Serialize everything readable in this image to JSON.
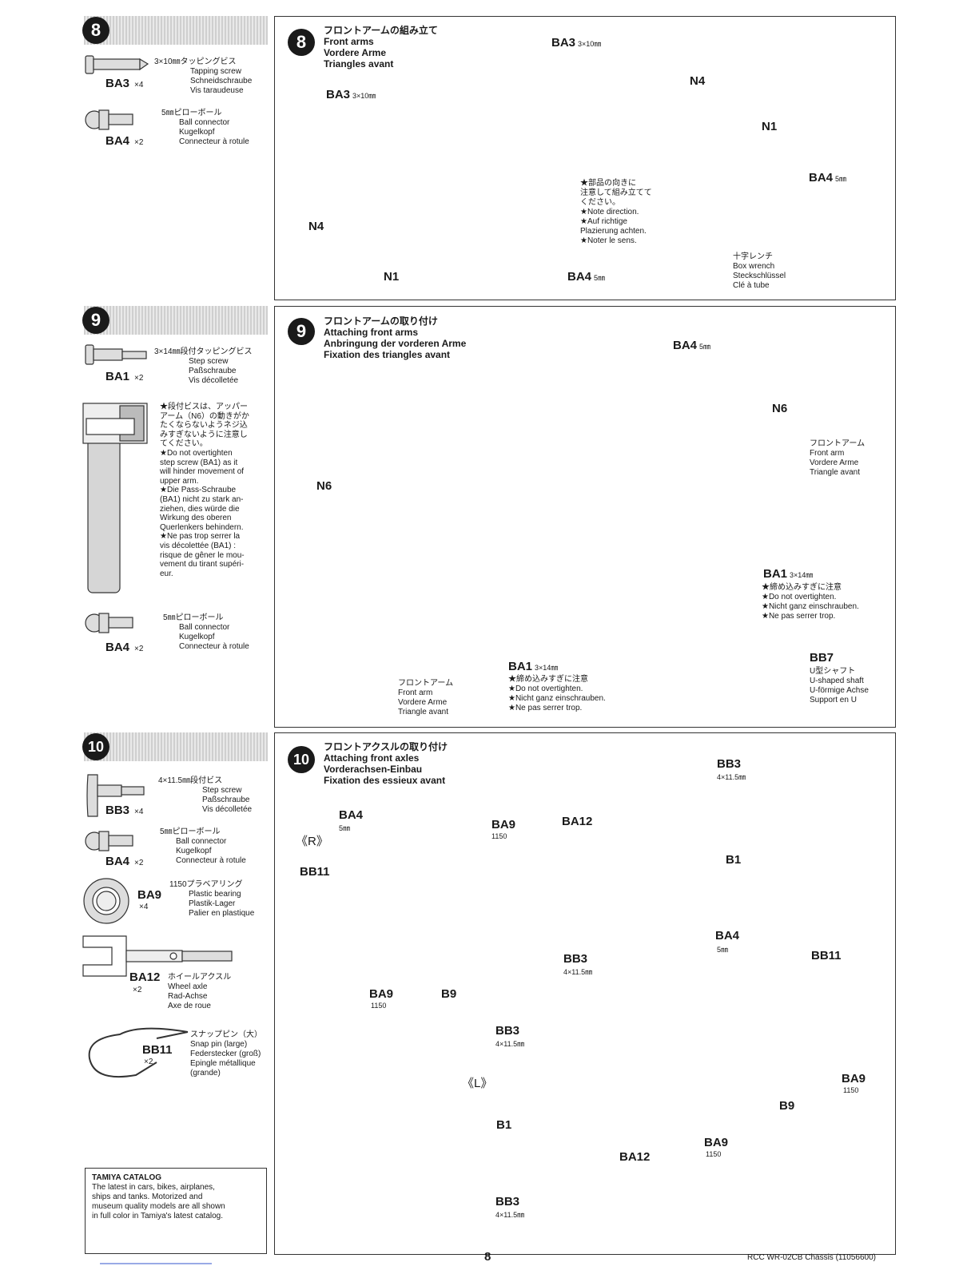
{
  "step8": {
    "number": "8",
    "title_jp": "フロントアームの組み立て",
    "title_en": "Front arms",
    "title_de": "Vordere Arme",
    "title_fr": "Triangles avant",
    "parts": [
      {
        "code": "BA3",
        "qty": "×4",
        "desc_jp": "3×10㎜タッピングビス",
        "desc_en": "Tapping screw",
        "desc_de": "Schneidschraube",
        "desc_fr": "Vis taraudeuse"
      },
      {
        "code": "BA4",
        "qty": "×2",
        "desc_jp": "5㎜ピローボール",
        "desc_en": "Ball connector",
        "desc_de": "Kugelkopf",
        "desc_fr": "Connecteur à rotule"
      }
    ],
    "labels": {
      "ba3_a": "BA3",
      "ba3_a_size": "3×10㎜",
      "ba3_b": "BA3",
      "ba3_b_size": "3×10㎜",
      "n4_a": "N4",
      "n4_b": "N4",
      "n1_a": "N1",
      "n1_b": "N1",
      "ba4_a": "BA4",
      "ba4_a_size": "5㎜",
      "ba4_b": "BA4",
      "ba4_b_size": "5㎜"
    },
    "note": [
      "★部品の向きに",
      "注意して組み立てて",
      "ください。",
      "★Note direction.",
      "★Auf richtige",
      "Plazierung achten.",
      "★Noter le sens."
    ],
    "tool": [
      "十字レンチ",
      "Box wrench",
      "Steckschlüssel",
      "Clé à tube"
    ]
  },
  "step9": {
    "number": "9",
    "title_jp": "フロントアームの取り付け",
    "title_en": "Attaching front arms",
    "title_de": "Anbringung der vorderen Arme",
    "title_fr": "Fixation des triangles avant",
    "parts": [
      {
        "code": "BA1",
        "qty": "×2",
        "desc_jp": "3×14㎜段付タッピングビス",
        "desc_en": "Step screw",
        "desc_de": "Paßschraube",
        "desc_fr": "Vis décolletée"
      },
      {
        "code": "BA4",
        "qty": "×2",
        "desc_jp": "5㎜ピローボール",
        "desc_en": "Ball connector",
        "desc_de": "Kugelkopf",
        "desc_fr": "Connecteur à rotule"
      }
    ],
    "side_note": [
      "★段付ビスは、アッパー",
      "アーム（N6）の動きがか",
      "たくならないようネジ込",
      "みすぎないように注意し",
      "てください。",
      "★Do  not  overtighten",
      "step  screw  (BA1)  as  it",
      "will hinder movement of",
      "upper arm.",
      "★Die   Pass-Schraube",
      "(BA1) nicht zu stark an-",
      "ziehen,  dies  würde  die",
      "Wirkung   des   oberen",
      "Querlenkers behindern.",
      "★Ne pas trop serrer la",
      "vis  décolettée  (BA1)  :",
      "risque de gêner le mou-",
      "vement du tirant supéri-",
      "eur."
    ],
    "labels": {
      "ba4": "BA4",
      "ba4_size": "5㎜",
      "n6_a": "N6",
      "n6_b": "N6",
      "ba1_a": "BA1",
      "ba1_a_size": "3×14㎜",
      "ba1_b": "BA1",
      "ba1_b_size": "3×14㎜",
      "bb7": "BB7"
    },
    "front_arm_a": [
      "フロントアーム",
      "Front arm",
      "Vordere Arme",
      "Triangle avant"
    ],
    "front_arm_b": [
      "フロントアーム",
      "Front arm",
      "Vordere Arme",
      "Triangle avant"
    ],
    "ba1_note_a": [
      "★締め込みすぎに注意",
      "★Do not overtighten.",
      "★Nicht ganz einschrauben.",
      "★Ne pas serrer trop."
    ],
    "ba1_note_b": [
      "★締め込みすぎに注意",
      "★Do not overtighten.",
      "★Nicht ganz einschrauben.",
      "★Ne pas serrer trop."
    ],
    "bb7_desc": [
      "U型シャフト",
      "U-shaped shaft",
      "U-förmige Achse",
      "Support en U"
    ]
  },
  "step10": {
    "number": "10",
    "title_jp": "フロントアクスルの取り付け",
    "title_en": "Attaching front axles",
    "title_de": "Vorderachsen-Einbau",
    "title_fr": "Fixation des essieux avant",
    "parts": [
      {
        "code": "BB3",
        "qty": "×4",
        "desc_jp": "4×11.5㎜段付ビス",
        "desc_en": "Step screw",
        "desc_de": "Paßschraube",
        "desc_fr": "Vis décolletée"
      },
      {
        "code": "BA4",
        "qty": "×2",
        "desc_jp": "5㎜ピローボール",
        "desc_en": "Ball connector",
        "desc_de": "Kugelkopf",
        "desc_fr": "Connecteur à rotule"
      },
      {
        "code": "BA9",
        "qty": "×4",
        "desc_jp": "1150プラベアリング",
        "desc_en": "Plastic bearing",
        "desc_de": "Plastik-Lager",
        "desc_fr": "Palier en plastique"
      },
      {
        "code": "BA12",
        "qty": "×2",
        "desc_jp": "ホイールアクスル",
        "desc_en": "Wheel axle",
        "desc_de": "Rad-Achse",
        "desc_fr": "Axe de roue"
      },
      {
        "code": "BB11",
        "qty": "×2",
        "desc_jp": "スナップピン（大）",
        "desc_en": "Snap pin (large)",
        "desc_de": "Federstecker (groß)",
        "desc_fr": "Epingle métallique",
        "desc_fr2": "(grande)"
      }
    ],
    "labels": {
      "r": "《R》",
      "l": "《L》",
      "bb3_a": "BB3",
      "bb3_a_size": "4×11.5㎜",
      "bb3_b": "BB3",
      "bb3_b_size": "4×11.5㎜",
      "bb3_c": "BB3",
      "bb3_c_size": "4×11.5㎜",
      "bb3_d": "BB3",
      "bb3_d_size": "4×11.5㎜",
      "ba4_a": "BA4",
      "ba4_a_size": "5㎜",
      "ba4_b": "BA4",
      "ba4_b_size": "5㎜",
      "ba9_a": "BA9",
      "ba9_a_size": "1150",
      "ba9_b": "BA9",
      "ba9_b_size": "1150",
      "ba9_c": "BA9",
      "ba9_c_size": "1150",
      "ba9_d": "BA9",
      "ba9_d_size": "1150",
      "ba12_a": "BA12",
      "ba12_b": "BA12",
      "b1_a": "B1",
      "b1_b": "B1",
      "bb11_a": "BB11",
      "bb11_b": "BB11",
      "b9_a": "B9",
      "b9_b": "B9"
    }
  },
  "catalog": {
    "title": "TAMIYA CATALOG",
    "lines": [
      "The latest in cars, bikes, airplanes,",
      "ships  and  tanks.  Motorized  and",
      "museum quality models are all shown",
      "in full color in Tamiya's latest catalog."
    ]
  },
  "footer": {
    "page": "8",
    "product": "RCC WR-02CB Chassis  (11056600)"
  }
}
